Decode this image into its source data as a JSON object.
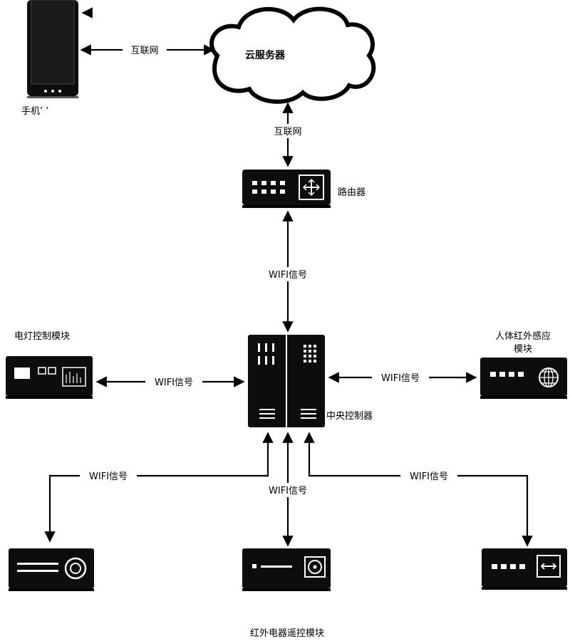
{
  "nodes": {
    "phone": "手机’ ’",
    "cloud": "云服务器",
    "router": "路由器",
    "light_module": "电灯控制模块",
    "pir_module_line1": "人体红外感应",
    "pir_module_line2": "模块",
    "central_controller": "中央控制器",
    "ir_remote_module": "红外电器遥控模块"
  },
  "links": {
    "phone_cloud": "互联网",
    "router_cloud": "互联网",
    "router_controller": "WIFI信号",
    "light_controller": "WIFI信号",
    "pir_controller": "WIFI信号",
    "ir_left": "WIFI信号",
    "ir_center": "WIFI信号",
    "ir_right": "WIFI信号"
  }
}
